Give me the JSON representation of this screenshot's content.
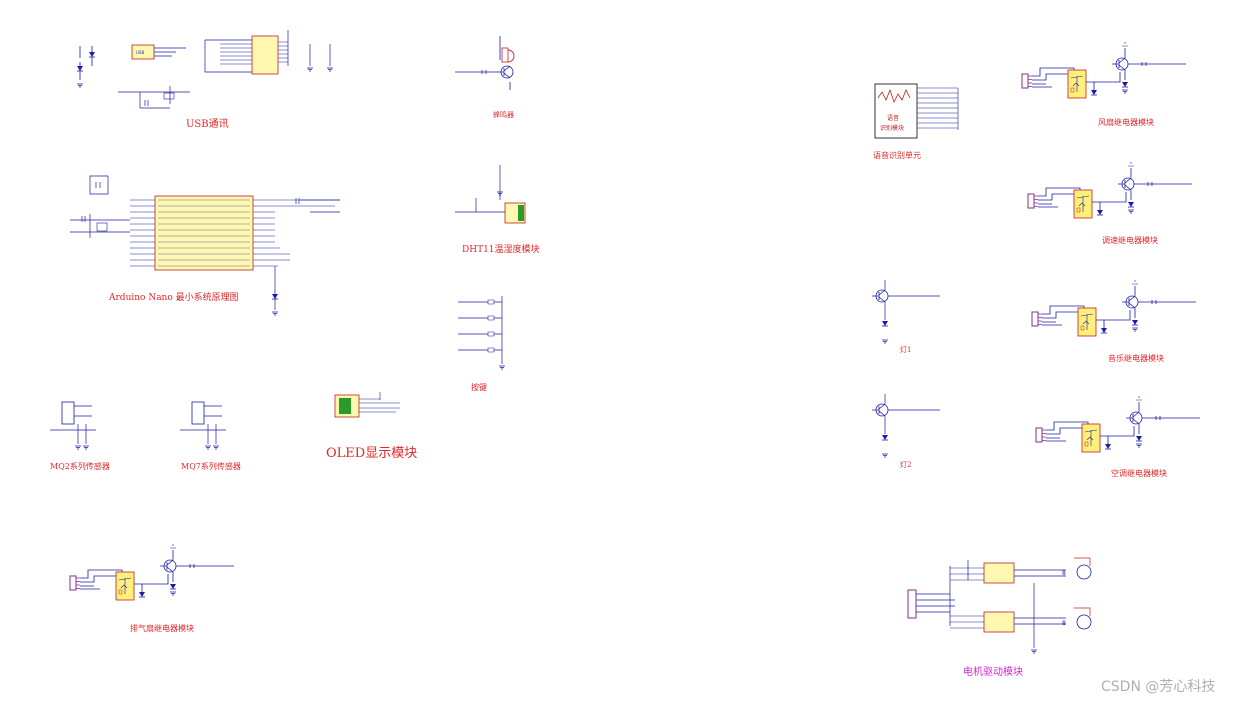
{
  "labels": {
    "usb": "USB通讯",
    "buzzer": "蜂鸣器",
    "voice": "语音识别单元",
    "voice_inner_1": "语音",
    "voice_inner_2": "识别模块",
    "fan_relay": "风扇继电器模块",
    "arduino": "Arduino Nano 最小系统原理图",
    "dht11": "DHT11温湿度模块",
    "speed_relay": "调速继电器模块",
    "keys": "按键",
    "light1": "灯1",
    "music_relay": "音乐继电器模块",
    "mq2": "MQ2系列传感器",
    "mq7": "MQ7系列传感器",
    "oled": "OLED显示模块",
    "light2": "灯2",
    "ac_relay": "空调继电器模块",
    "exhaust_relay": "排气扇继电器模块",
    "motor": "电机驱动模块",
    "usb_chip": "USB"
  },
  "watermark": "CSDN @芳心科技",
  "colors": {
    "label": "#e0282a",
    "motor_label": "#d02ad0",
    "wire": "#1c1ca8",
    "component": "#c02020",
    "chip_fill": "#fff8b0",
    "relay_fill": "#fff07a",
    "connector": "#8a2c8a",
    "watermark": "#b0b0b0"
  }
}
